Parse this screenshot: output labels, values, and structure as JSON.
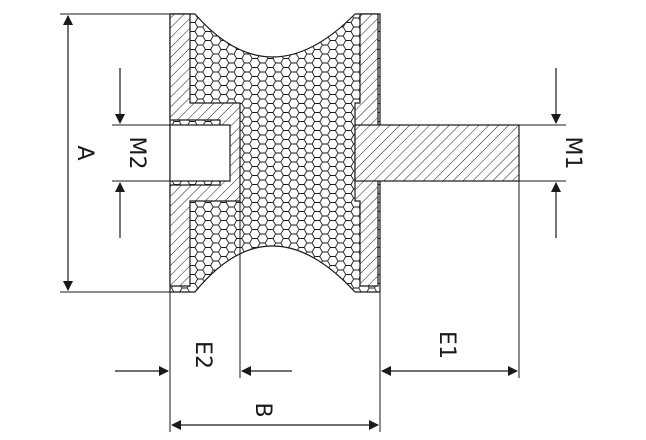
{
  "labels": {
    "A": "A",
    "M2": "M2",
    "M1": "M1",
    "E2": "E2",
    "E1": "E1",
    "B": "B"
  },
  "colors": {
    "line": "#1a1a1a",
    "background": "#ffffff"
  }
}
